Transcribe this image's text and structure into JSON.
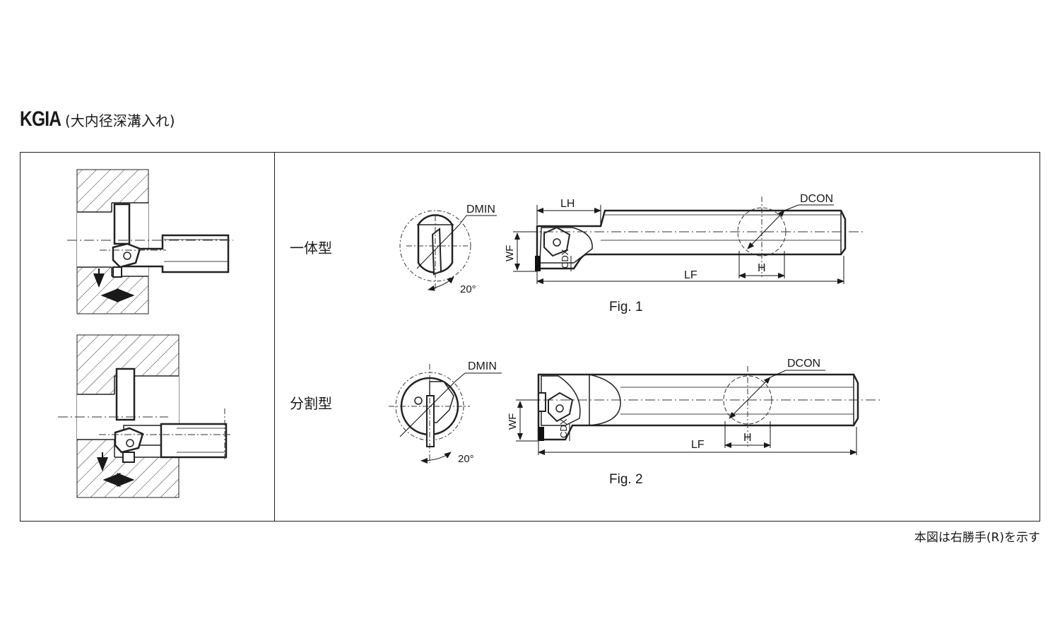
{
  "title": {
    "code": "KGIA",
    "subtitle": "(大内径深溝入れ)"
  },
  "types": {
    "integral": "一体型",
    "split": "分割型"
  },
  "figures": {
    "fig1": "Fig. 1",
    "fig2": "Fig. 2"
  },
  "dimensions": {
    "dmin": "DMIN",
    "dcon": "DCON",
    "lh": "LH",
    "lf": "LF",
    "wf": "WF",
    "h": "H",
    "cdx": "CDX",
    "angle": "20°"
  },
  "footnote": "本図は右勝手(R)を示す"
}
